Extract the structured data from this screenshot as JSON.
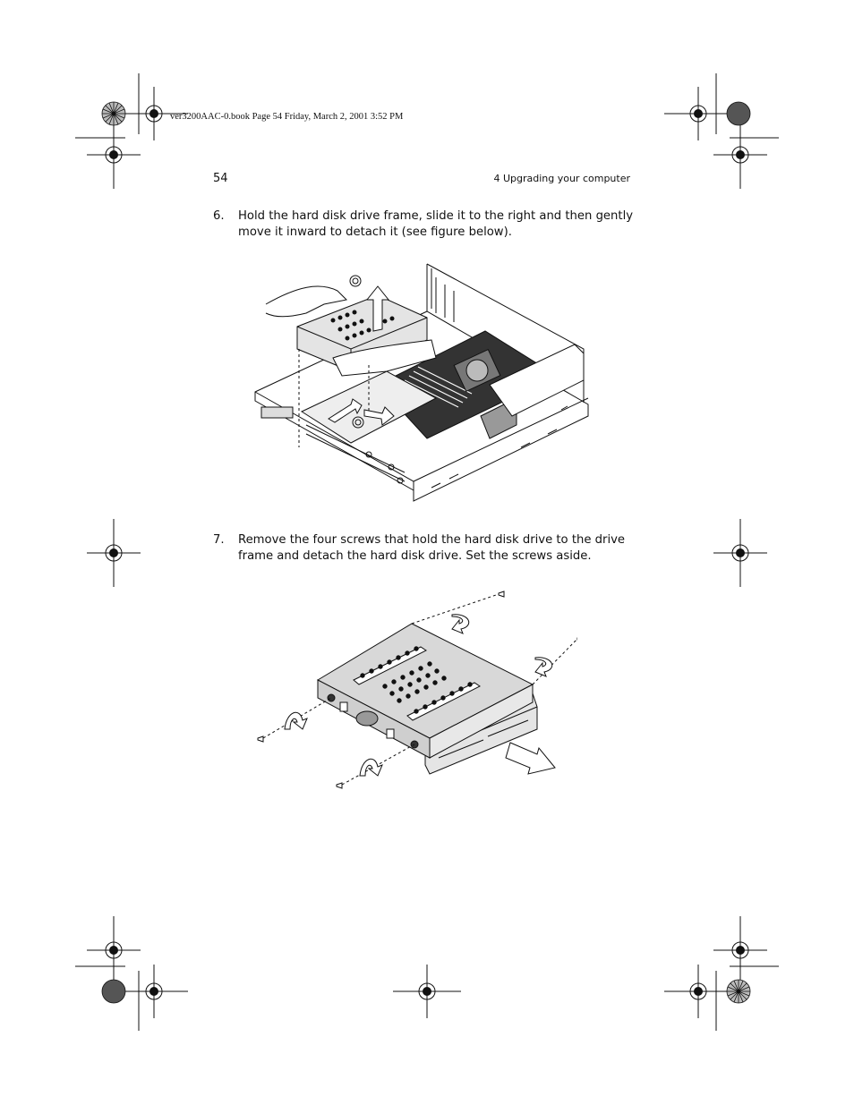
{
  "header": {
    "book_info": "ver3200AAC-0.book  Page 54  Friday, March 2, 2001  3:52 PM",
    "page_number": "54",
    "running_head": "4 Upgrading your computer"
  },
  "steps": [
    {
      "number": "6.",
      "text": "Hold the hard disk drive frame, slide it to the right and then gently move it inward to detach it (see figure below)."
    },
    {
      "number": "7.",
      "text": "Remove the four screws that hold the hard disk drive to the drive frame and detach the hard disk drive. Set the screws aside."
    }
  ],
  "colors": {
    "ink": "#111111",
    "paper": "#ffffff",
    "gray_fill": "#d6d6d6",
    "dark_fill": "#555555"
  }
}
